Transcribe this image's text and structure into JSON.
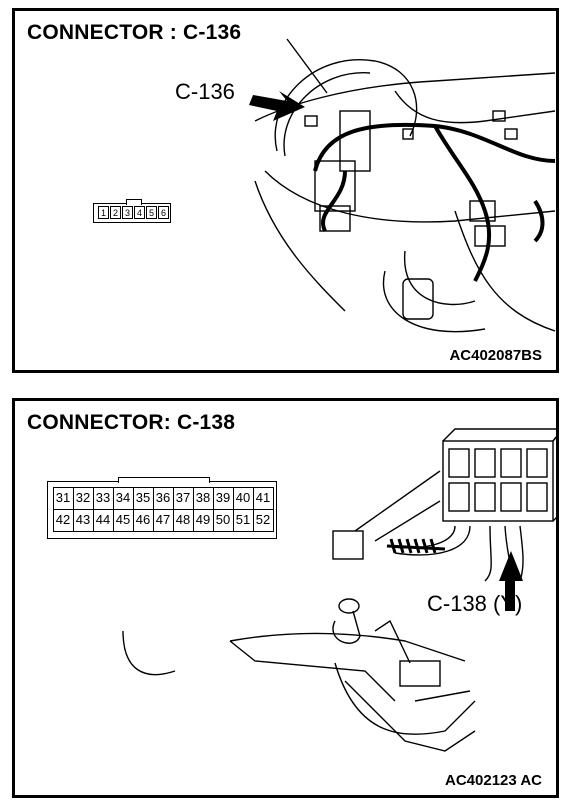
{
  "panel1": {
    "title": "CONNECTOR : C-136",
    "callout": "C-136",
    "code": "AC402087BS",
    "pins": [
      "1",
      "2",
      "3",
      "4",
      "5",
      "6"
    ]
  },
  "panel2": {
    "title": "CONNECTOR: C-138",
    "callout": "C-138 (Y)",
    "code": "AC402123 AC",
    "pins_row1": [
      "31",
      "32",
      "33",
      "34",
      "35",
      "36",
      "37",
      "38",
      "39",
      "40",
      "41"
    ],
    "pins_row2": [
      "42",
      "43",
      "44",
      "45",
      "46",
      "47",
      "48",
      "49",
      "50",
      "51",
      "52"
    ]
  }
}
